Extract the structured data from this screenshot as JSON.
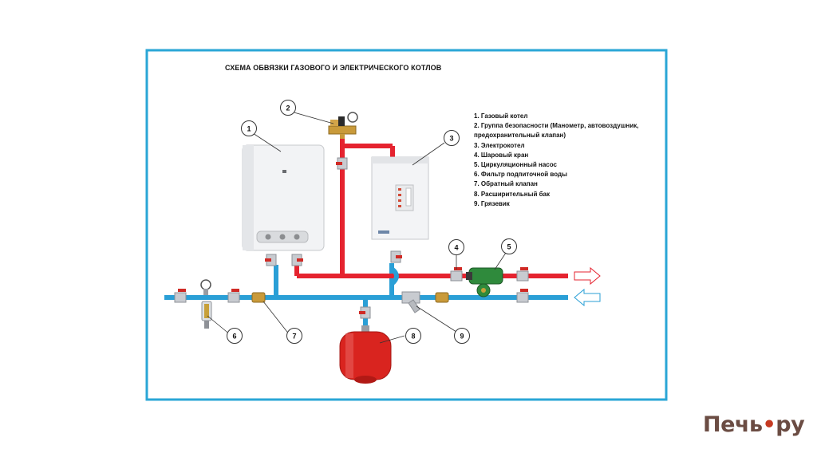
{
  "diagram": {
    "title": "СХЕМА ОБВЯЗКИ ГАЗОВОГО И ЭЛЕКТРИЧЕСКОГО КОТЛОВ",
    "legend": [
      "1. Газовый котел",
      "2. Группа безопасности (Манометр, автовоздушник, предохранительный клапан)",
      "3. Электрокотел",
      "4. Шаровый кран",
      "5. Циркуляционный насос",
      "6. Фильтр подпиточной воды",
      "7. Обратный клапан",
      "8. Расширительный бак",
      "9. Грязевик"
    ],
    "callouts": [
      "1",
      "2",
      "3",
      "4",
      "5",
      "6",
      "7",
      "8",
      "9"
    ],
    "colors": {
      "frame": "#2aa6d6",
      "supply": "#e5232f",
      "return": "#2a9fd6",
      "tank": "#d9241f"
    }
  },
  "brand": {
    "prefix": "Печь",
    "mark": "•",
    "suffix": "ру"
  }
}
